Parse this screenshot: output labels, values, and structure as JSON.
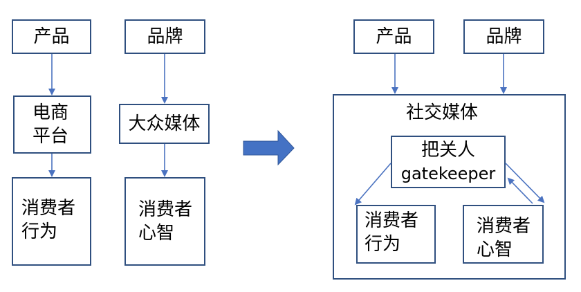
{
  "left": {
    "product": "产品",
    "brand": "品牌",
    "ecommerce": [
      "电商",
      "平台"
    ],
    "mass_media": "大众媒体",
    "consumer_behavior": [
      "消费者",
      "行为"
    ],
    "consumer_mind": [
      "消费者",
      "心智"
    ]
  },
  "right": {
    "product": "产品",
    "brand": "品牌",
    "social_media": "社交媒体",
    "gatekeeper": [
      "把关人",
      "gatekeeper"
    ],
    "consumer_behavior": [
      "消费者",
      "行为"
    ],
    "consumer_mind": [
      "消费者",
      "心智"
    ]
  },
  "colors": {
    "box_border": "#2f4f7f",
    "arrow": "#4a72c0",
    "big_arrow": "#4472c4"
  }
}
